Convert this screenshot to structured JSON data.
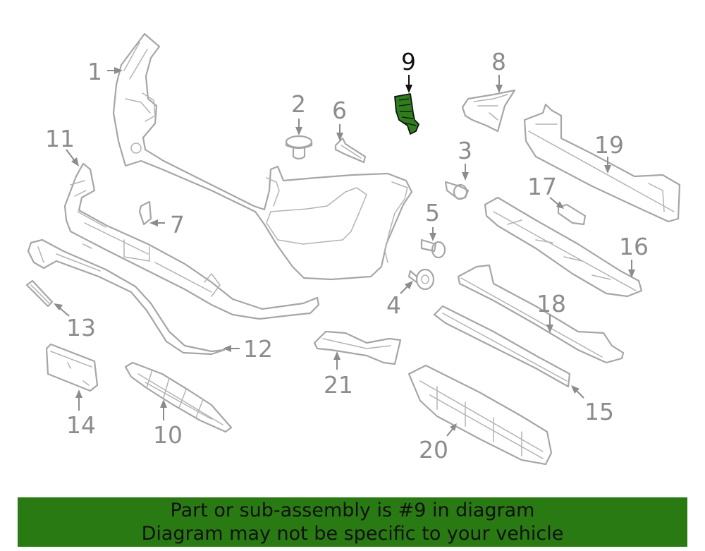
{
  "diagram": {
    "highlight_color": "#2f7d1c",
    "highlighted_callout": "9",
    "callouts": {
      "c1": "1",
      "c2": "2",
      "c3": "3",
      "c4": "4",
      "c5": "5",
      "c6": "6",
      "c7": "7",
      "c8": "8",
      "c9": "9",
      "c10": "10",
      "c11": "11",
      "c12": "12",
      "c13": "13",
      "c14": "14",
      "c15": "15",
      "c16": "16",
      "c17": "17",
      "c18": "18",
      "c19": "19",
      "c20": "20",
      "c21": "21"
    }
  },
  "banner": {
    "line1": "Part or sub-assembly is #9 in diagram",
    "line2": "Diagram may not be specific to your vehicle",
    "background": "#2a7a14"
  }
}
